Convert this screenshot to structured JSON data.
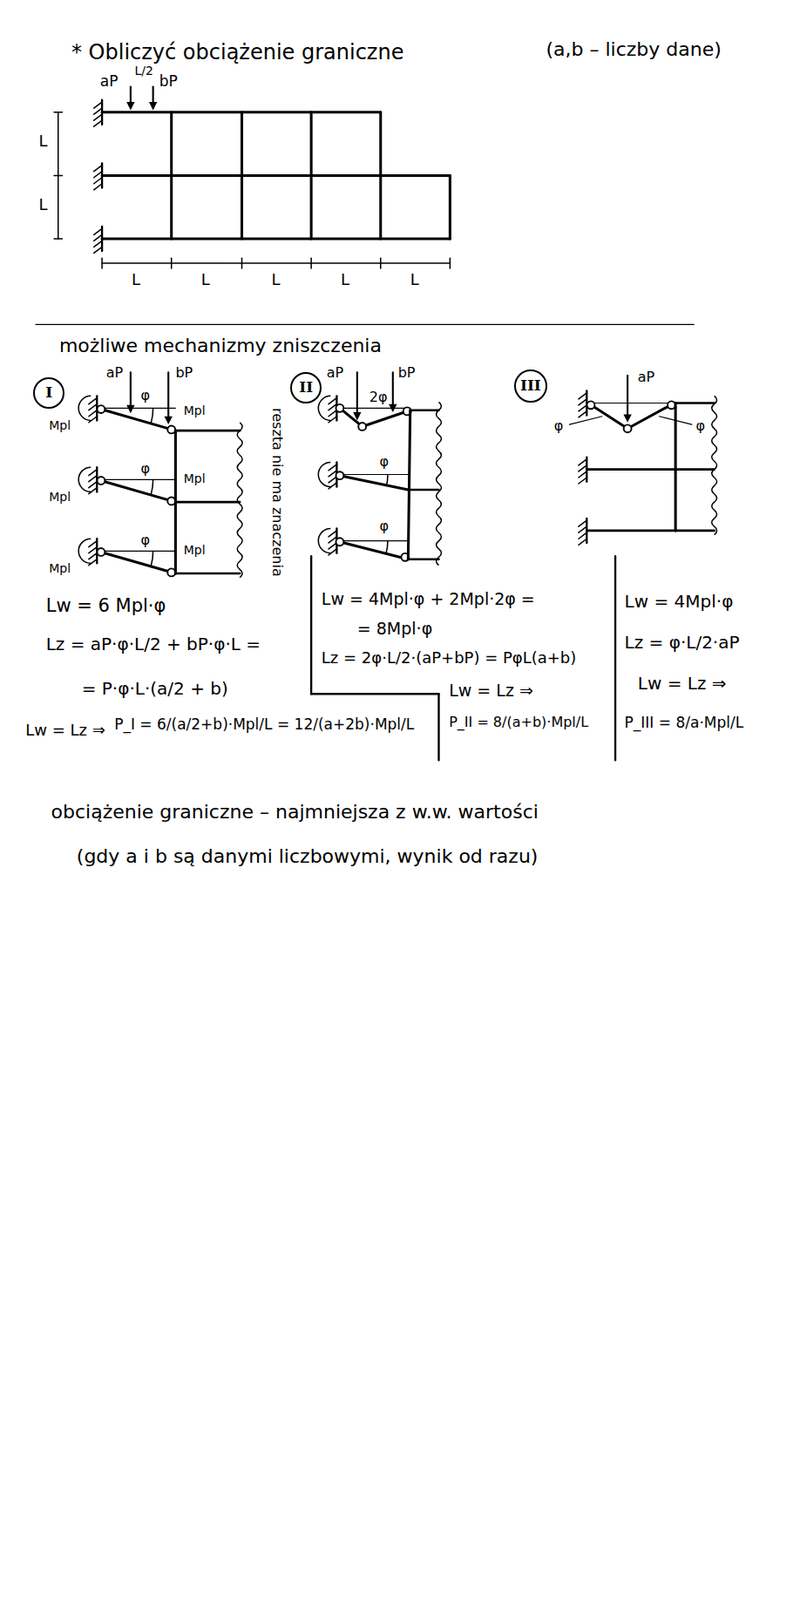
{
  "diagram": {
    "title": "* Obliczyć obciążenie graniczne",
    "nodes": [
      {
        "text": [
          "I"
        ]
      },
      {
        "text": [
          "II"
        ]
      },
      {
        "text": [
          "III"
        ]
      }
    ],
    "labels": [
      "(a,b – liczby dane)",
      "aP",
      "L/2",
      "bP",
      "L",
      "L",
      "L",
      "L",
      "L",
      "L",
      "L",
      "możliwe mechanizmy zniszczenia",
      "aP",
      "bP",
      "Mpl",
      "Mpl",
      "φ",
      "Mpl",
      "Mpl",
      "φ",
      "Mpl",
      "Mpl",
      "φ",
      "reszta nie ma znaczenia",
      "aP",
      "bP",
      "2φ",
      "φ",
      "φ",
      "aP",
      "φ",
      "φ",
      "Lw = 6 Mpl·φ",
      "Lz = aP·φ·L/2 + bP·φ·L =",
      "= P·φ·L·(a/2 + b)",
      "Lw = Lz ⇒",
      "P_I = 6/(a/2+b)·Mpl/L = 12/(a+2b)·Mpl/L",
      "Lw = 4Mpl·φ + 2Mpl·2φ =",
      "= 8Mpl·φ",
      "Lz = 2φ·L/2·(aP+bP) = PφL(a+b)",
      "Lw = Lz ⇒",
      "P_II = 8/(a+b)·Mpl/L",
      "Lw = 4Mpl·φ",
      "Lz = φ·L/2·aP",
      "Lw = Lz ⇒",
      "P_III = 8/a·Mpl/L",
      "obciążenie graniczne – najmniejsza z w.w. wartości",
      "(gdy a i b są danymi liczbowymi, wynik od razu)"
    ]
  }
}
